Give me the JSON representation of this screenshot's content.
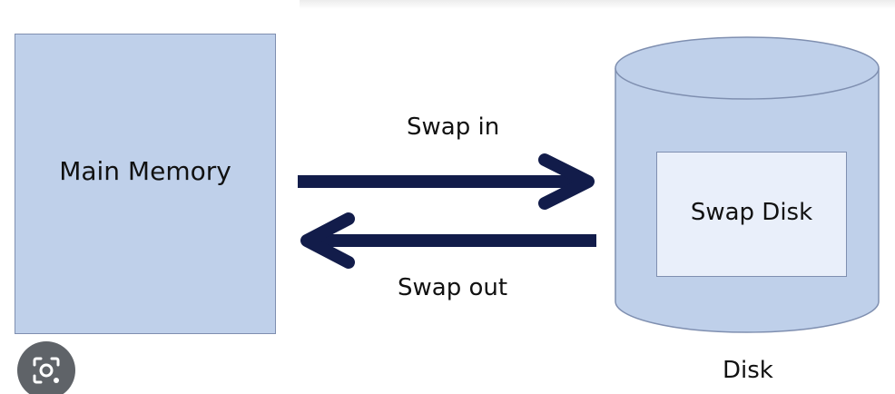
{
  "diagram": {
    "main_memory_label": "Main Memory",
    "swap_in_label": "Swap in",
    "swap_out_label": "Swap out",
    "swap_disk_label": "Swap Disk",
    "disk_label": "Disk"
  },
  "colors": {
    "memory_fill": "#bfd0ea",
    "disk_fill": "#bfd0ea",
    "swap_disk_fill": "#e9effa",
    "outline": "#7f8fb0",
    "arrow": "#121c4a"
  },
  "overlay": {
    "lens_icon": "camera-search-icon"
  }
}
